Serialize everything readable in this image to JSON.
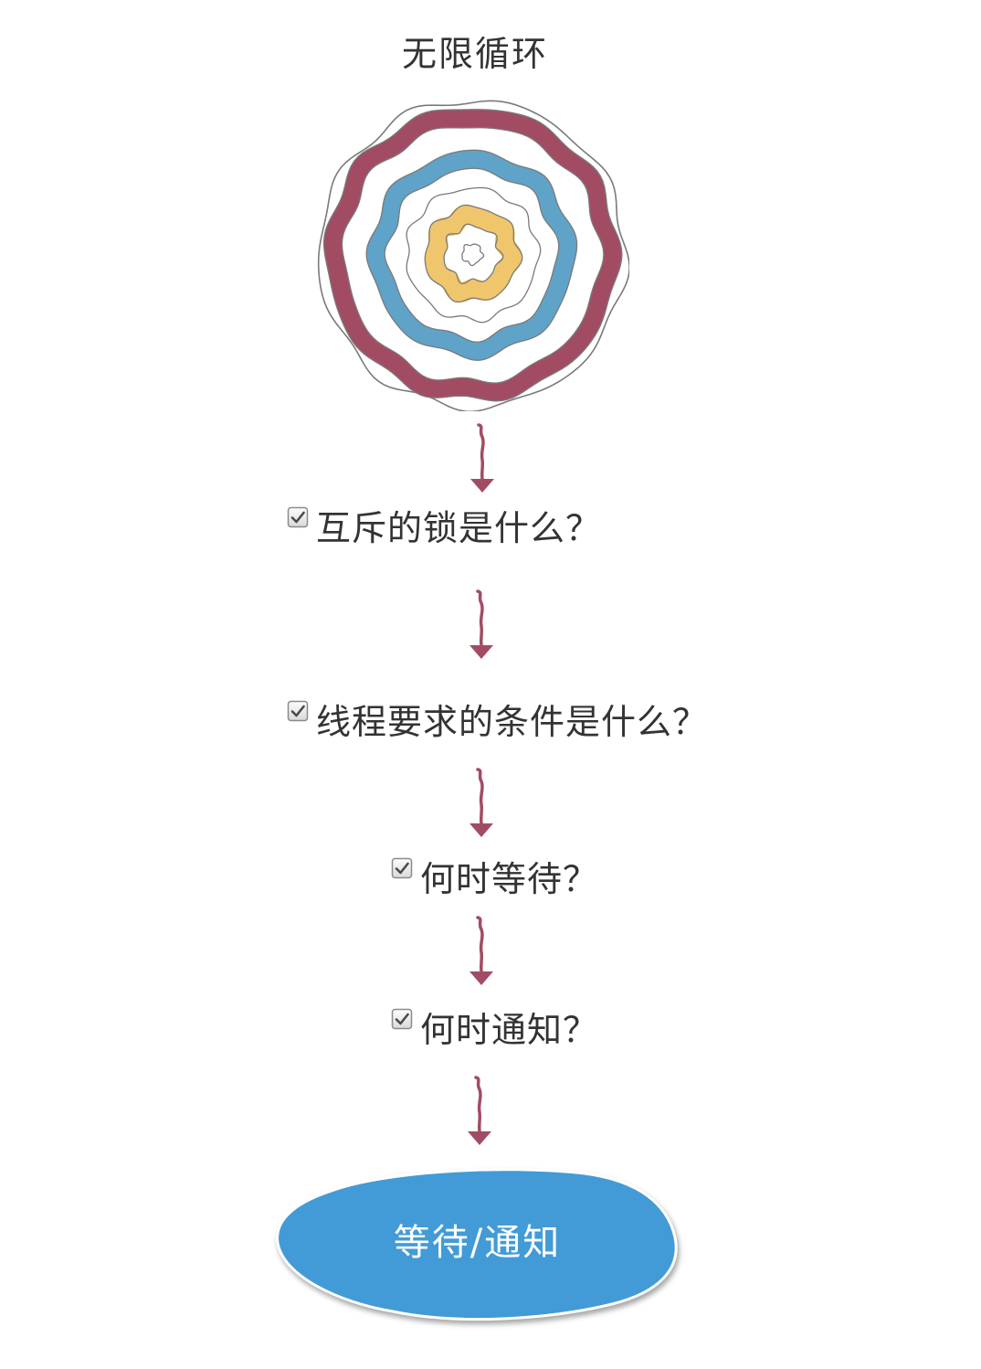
{
  "title": "无限循环",
  "cycle_icon": {
    "name": "concentric-rings-icon",
    "ring_colors": [
      "#a24c63",
      "#5fa3c8",
      "#f0c66c"
    ]
  },
  "steps": [
    {
      "label": "互斥的锁是什么？",
      "icon": "checked-checkbox-icon"
    },
    {
      "label": "线程要求的条件是什么？",
      "icon": "checked-checkbox-icon"
    },
    {
      "label": "何时等待？",
      "icon": "checked-checkbox-icon"
    },
    {
      "label": "何时通知？",
      "icon": "checked-checkbox-icon"
    }
  ],
  "result": {
    "label": "等待/通知"
  },
  "colors": {
    "arrow": "#a24c63",
    "ring_red": "#a24c63",
    "ring_blue": "#5fa3c8",
    "ring_yellow": "#f0c66c",
    "ring_outline": "#7a7a7a",
    "result_fill": "#429bd6",
    "text": "#333333"
  }
}
